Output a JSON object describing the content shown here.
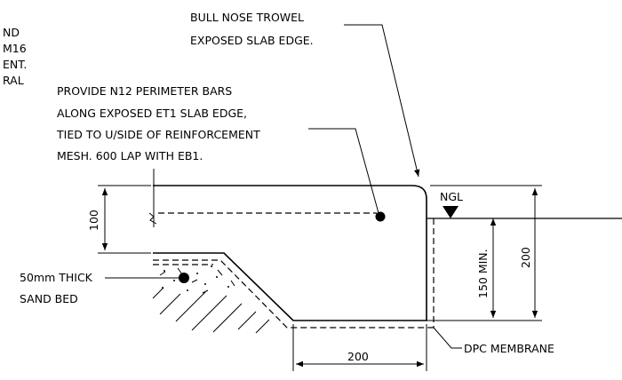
{
  "labels": {
    "cut_top_left": [
      "ND",
      "M16",
      "ENT.",
      "RAL"
    ],
    "trowel": [
      "BULL NOSE TROWEL",
      "EXPOSED SLAB EDGE."
    ],
    "perimeter_bars": [
      "PROVIDE N12 PERIMETER BARS",
      "ALONG EXPOSED ET1 SLAB EDGE,",
      "TIED TO U/SIDE OF REINFORCEMENT",
      "MESH. 600 LAP WITH EB1."
    ],
    "sand_bed": [
      "50mm THICK",
      "SAND BED"
    ],
    "ngl": "NGL",
    "dpc": "DPC MEMBRANE"
  },
  "dimensions": {
    "slab_thickness": "100",
    "edge_depth": "150 MIN.",
    "total_depth": "200",
    "beam_width": "200"
  }
}
